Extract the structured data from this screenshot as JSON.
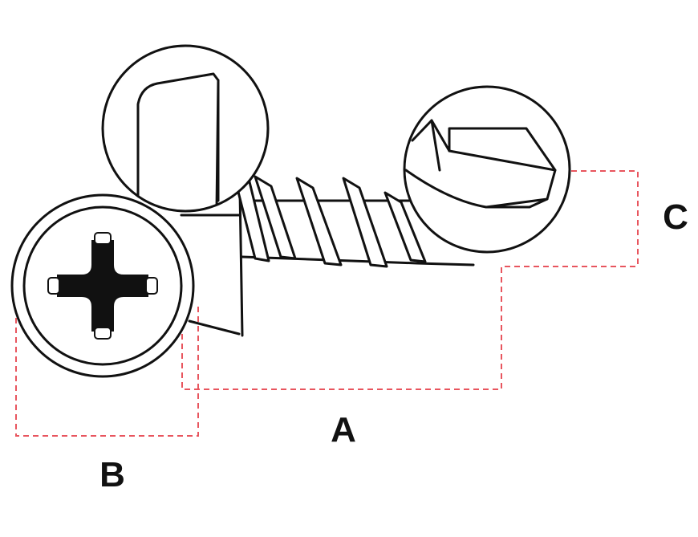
{
  "labels": {
    "a": "A",
    "b": "B",
    "c": "C"
  },
  "colors": {
    "line": "#111111",
    "dimension": "#e8555e",
    "background": "#ffffff"
  },
  "icons": [
    "phillips-head-icon",
    "head-profile-detail-icon",
    "drill-point-detail-icon"
  ]
}
